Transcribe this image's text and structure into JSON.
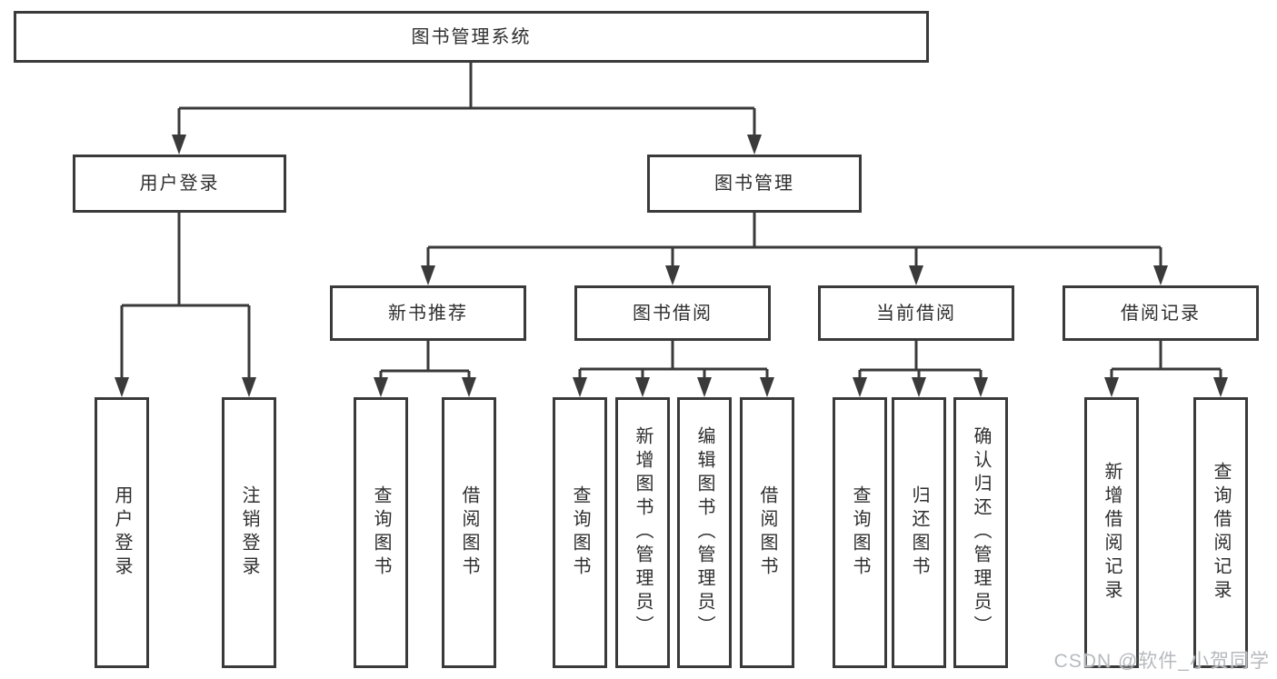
{
  "colors": {
    "line": "#3a3a3a",
    "text": "#2e2e2e",
    "watermark": "#b6babe",
    "background": "#ffffff"
  },
  "watermark": "CSDN @软件_小贺同学",
  "tree": {
    "root": "图书管理系统",
    "user_login": {
      "label": "用户登录",
      "children": [
        "用户登录",
        "注销登录"
      ]
    },
    "book_management": {
      "label": "图书管理",
      "groups": [
        {
          "label": "新书推荐",
          "children": [
            "查询图书",
            "借阅图书"
          ]
        },
        {
          "label": "图书借阅",
          "children": [
            "查询图书",
            "新增图书（管理员）",
            "编辑图书（管理员）",
            "借阅图书"
          ]
        },
        {
          "label": "当前借阅",
          "children": [
            "查询图书",
            "归还图书",
            "确认归还（管理员）"
          ]
        },
        {
          "label": "借阅记录",
          "children": [
            "新增借阅记录",
            "查询借阅记录"
          ]
        }
      ]
    }
  }
}
